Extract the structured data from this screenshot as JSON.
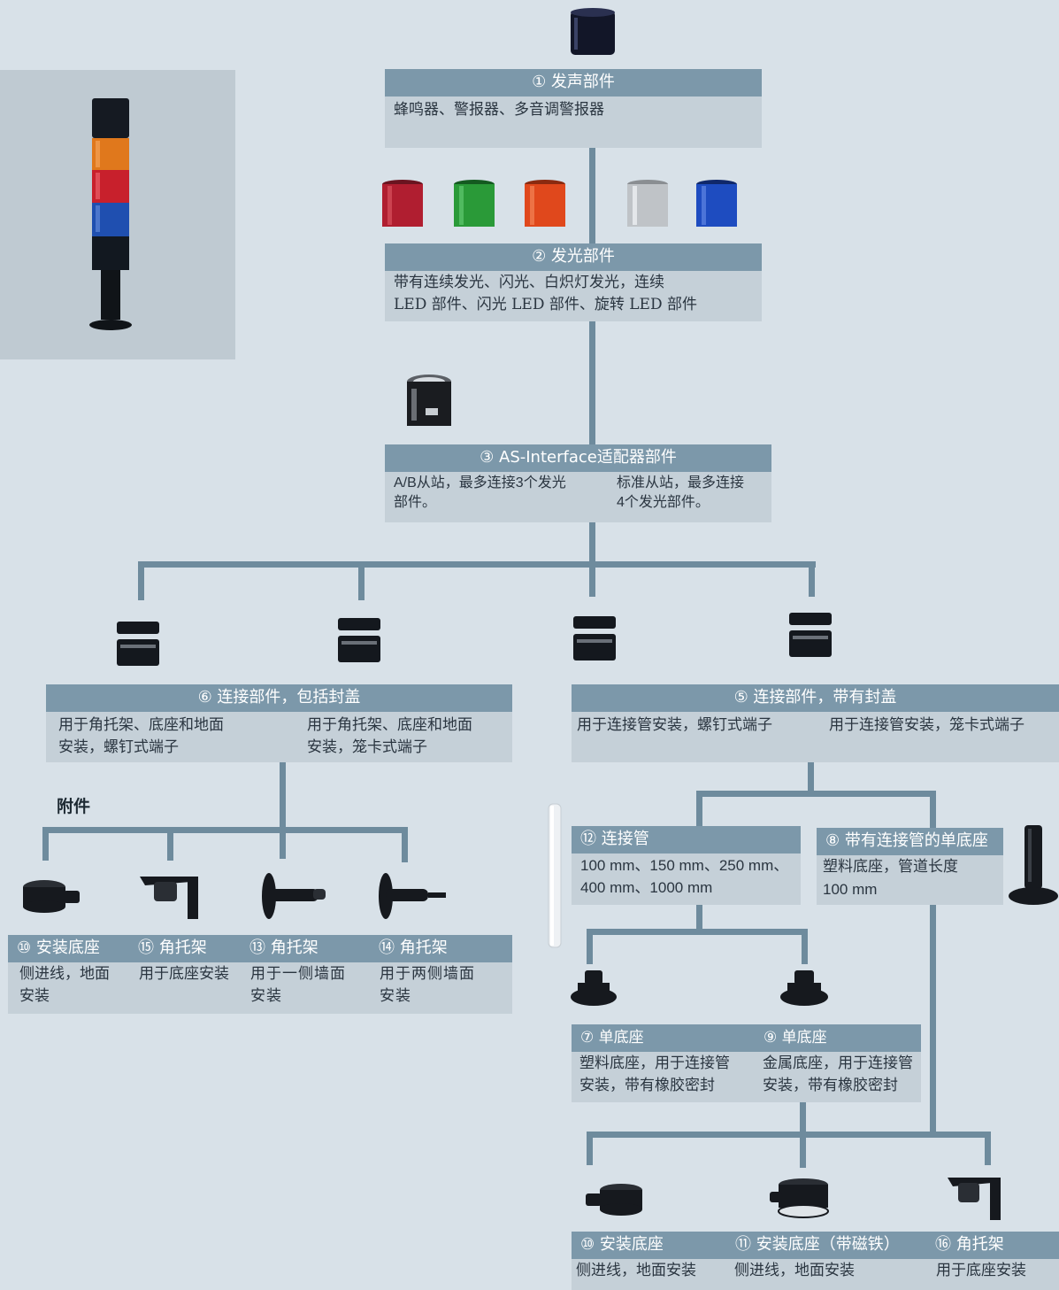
{
  "b1": {
    "title": "① 发声部件",
    "desc": "蜂鸣器、警报器、多音调警报器"
  },
  "b2": {
    "title": "② 发光部件",
    "desc": "带有连续发光、闪光、白炽灯发光，连续\nLED 部件、闪光 LED 部件、旋转 LED 部件"
  },
  "b3": {
    "title": "③ AS-Interface适配器部件",
    "desc_left": "A/B从站，最多连接3个发光\n部件。",
    "desc_right": "标准从站，最多连接\n4个发光部件。"
  },
  "b6": {
    "title": "⑥ 连接部件，包括封盖",
    "desc_left": "用于角托架、底座和地面\n安装，螺钉式端子",
    "desc_right": "用于角托架、底座和地面\n安装，笼卡式端子"
  },
  "b5": {
    "title": "⑤ 连接部件，带有封盖",
    "desc_left": "用于连接管安装，螺钉式端子",
    "desc_right": "用于连接管安装，笼卡式端子"
  },
  "accessories_label": "附件",
  "acc": [
    {
      "title": "⑩ 安装底座",
      "desc": "侧进线，地面\n安装"
    },
    {
      "title": "⑮ 角托架",
      "desc": "用于底座安装"
    },
    {
      "title": "⑬ 角托架",
      "desc": "用于一侧墙面\n安装"
    },
    {
      "title": "⑭ 角托架",
      "desc": "用于两侧墙面\n安装"
    }
  ],
  "b12": {
    "title": "⑫ 连接管",
    "desc": "100 mm、150 mm、250 mm、\n400 mm、1000 mm"
  },
  "b8": {
    "title": "⑧ 带有连接管的单底座",
    "desc_line1": "塑料底座，管道长度",
    "desc_line2": "100 mm"
  },
  "b7": {
    "title": "⑦ 单底座",
    "desc": "塑料底座，用于连接管\n安装，带有橡胶密封"
  },
  "b9": {
    "title": "⑨ 单底座",
    "desc": "金属底座，用于连接管\n安装，带有橡胶密封"
  },
  "bottom": [
    {
      "title": "⑩ 安装底座",
      "desc": "侧进线，地面安装"
    },
    {
      "title": "⑪ 安装底座（带磁铁）",
      "desc": "侧进线，地面安装"
    },
    {
      "title": "⑯ 角托架",
      "desc": "用于底座安装"
    }
  ],
  "colors": {
    "header": "#7c98aa",
    "body": "#c5d0d8",
    "line": "#6e8b9d",
    "bg": "#d8e1e8"
  }
}
